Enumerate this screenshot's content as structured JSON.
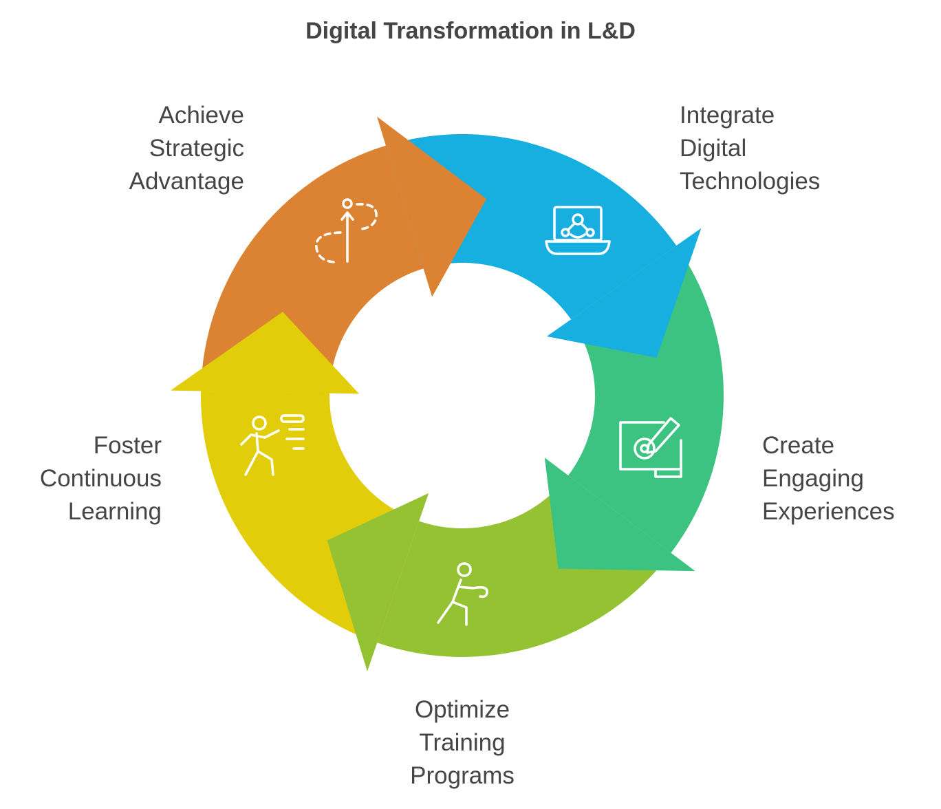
{
  "title": "Digital Transformation in L&D",
  "steps": [
    {
      "id": "achieve",
      "lines": [
        "Achieve",
        "Strategic",
        "Advantage"
      ],
      "color": "#DC8233",
      "icon": "target-progress-icon"
    },
    {
      "id": "integrate",
      "lines": [
        "Integrate",
        "Digital",
        "Technologies"
      ],
      "color": "#17AEE0",
      "icon": "laptop-network-icon"
    },
    {
      "id": "create",
      "lines": [
        "Create",
        "Engaging",
        "Experiences"
      ],
      "color": "#3DC381",
      "icon": "design-screen-pencil-icon"
    },
    {
      "id": "optimize",
      "lines": [
        "Optimize",
        "Training",
        "Programs"
      ],
      "color": "#95C233",
      "icon": "person-training-icon"
    },
    {
      "id": "foster",
      "lines": [
        "Foster",
        "Continuous",
        "Learning"
      ],
      "color": "#E1CD0A",
      "icon": "person-running-icon"
    }
  ]
}
